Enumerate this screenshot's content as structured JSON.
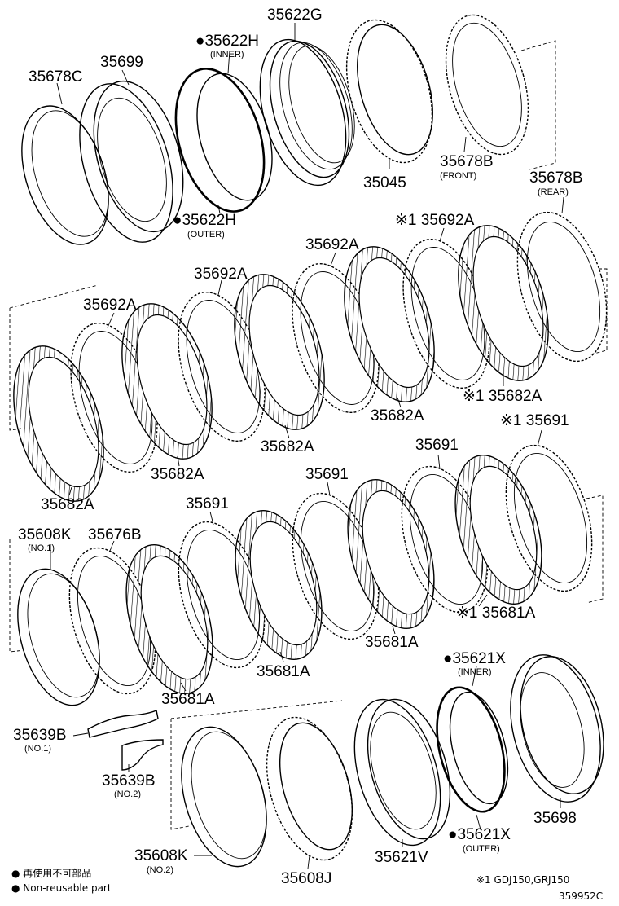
{
  "labels": {
    "p35678C": "35678C",
    "p35699": "35699",
    "p35622H_inner": "●35622H",
    "p35622H_inner_sub": "(INNER)",
    "p35622H_outer": "●35622H",
    "p35622H_outer_sub": "(OUTER)",
    "p35622G": "35622G",
    "p35045": "35045",
    "p35678B_front": "35678B",
    "p35678B_front_sub": "(FRONT)",
    "p35678B_rear": "35678B",
    "p35678B_rear_sub": "(REAR)",
    "p35692A_1": "35692A",
    "p35692A_2": "35692A",
    "p35692A_3": "35692A",
    "p35692A_4": "※1 35692A",
    "p35682A_1": "35682A",
    "p35682A_2": "35682A",
    "p35682A_3": "35682A",
    "p35682A_4": "35682A",
    "p35682A_5": "※1 35682A",
    "p35691_1": "35691",
    "p35691_2": "35691",
    "p35691_3": "35691",
    "p35691_4": "※1 35691",
    "p35608K_1": "35608K",
    "p35608K_1_sub": "(NO.1)",
    "p35676B": "35676B",
    "p35681A_1": "35681A",
    "p35681A_2": "35681A",
    "p35681A_3": "35681A",
    "p35681A_4": "※1 35681A",
    "p35621X_inner": "●35621X",
    "p35621X_inner_sub": "(INNER)",
    "p35621X_outer": "●35621X",
    "p35621X_outer_sub": "(OUTER)",
    "p35639B_1": "35639B",
    "p35639B_1_sub": "(NO.1)",
    "p35639B_2": "35639B",
    "p35639B_2_sub": "(NO.2)",
    "p35698": "35698",
    "p35608K_2": "35608K",
    "p35608K_2_sub": "(NO.2)",
    "p35608J": "35608J",
    "p35621V": "35621V"
  },
  "legend": {
    "jp": "● 再使用不可部品",
    "en": "● Non-reusable part"
  },
  "footnote": "※1 GDJ150,GRJ150",
  "diagram_id": "359952C"
}
